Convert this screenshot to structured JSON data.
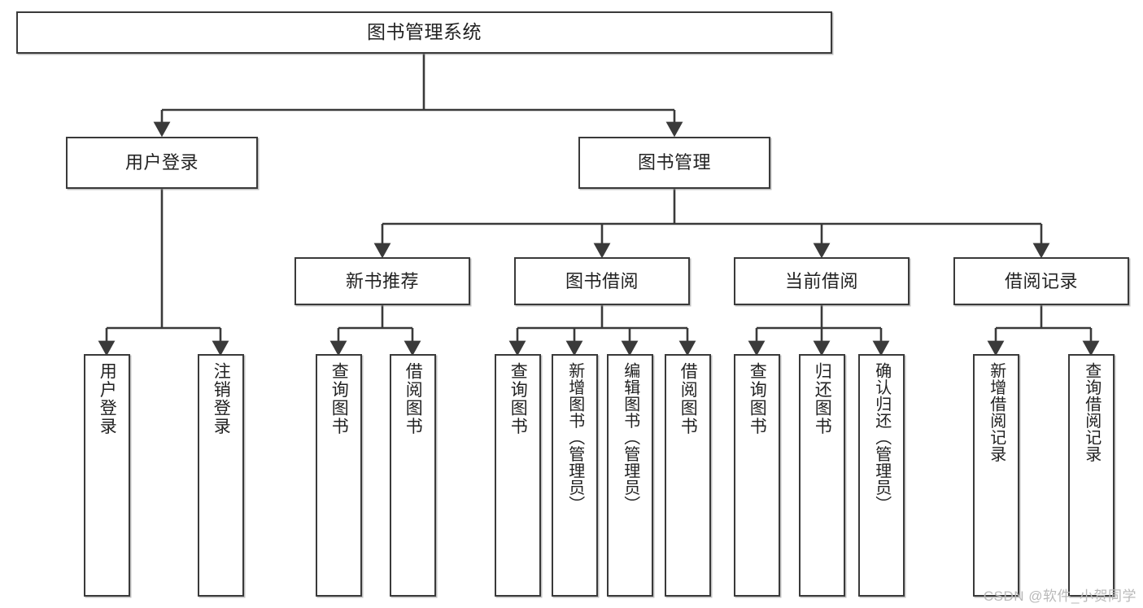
{
  "diagram": {
    "title": "图书管理系统",
    "type": "hierarchy-tree",
    "watermark": "CSDN @软件_小贺同学",
    "colors": {
      "box_border": "#3a3a3a",
      "box_fill": "#ffffff",
      "edge": "#3a3a3a",
      "text": "#222222",
      "watermark": "#b9b9b9"
    },
    "nodes": {
      "root": {
        "label": "图书管理系统"
      },
      "level2": [
        {
          "label": "用户登录"
        },
        {
          "label": "图书管理"
        }
      ],
      "level3": [
        {
          "label": "新书推荐"
        },
        {
          "label": "图书借阅"
        },
        {
          "label": "当前借阅"
        },
        {
          "label": "借阅记录"
        }
      ],
      "leaves": {
        "user_login": [
          {
            "label": "用户登录"
          },
          {
            "label": "注销登录"
          }
        ],
        "new_book_recommend": [
          {
            "label": "查询图书"
          },
          {
            "label": "借阅图书"
          }
        ],
        "book_borrow": [
          {
            "label": "查询图书"
          },
          {
            "label": "新增图书（管理员）"
          },
          {
            "label": "编辑图书（管理员）"
          },
          {
            "label": "借阅图书"
          }
        ],
        "current_borrow": [
          {
            "label": "查询图书"
          },
          {
            "label": "归还图书"
          },
          {
            "label": "确认归还（管理员）"
          }
        ],
        "borrow_record": [
          {
            "label": "新增借阅记录"
          },
          {
            "label": "查询借阅记录"
          }
        ]
      }
    }
  }
}
